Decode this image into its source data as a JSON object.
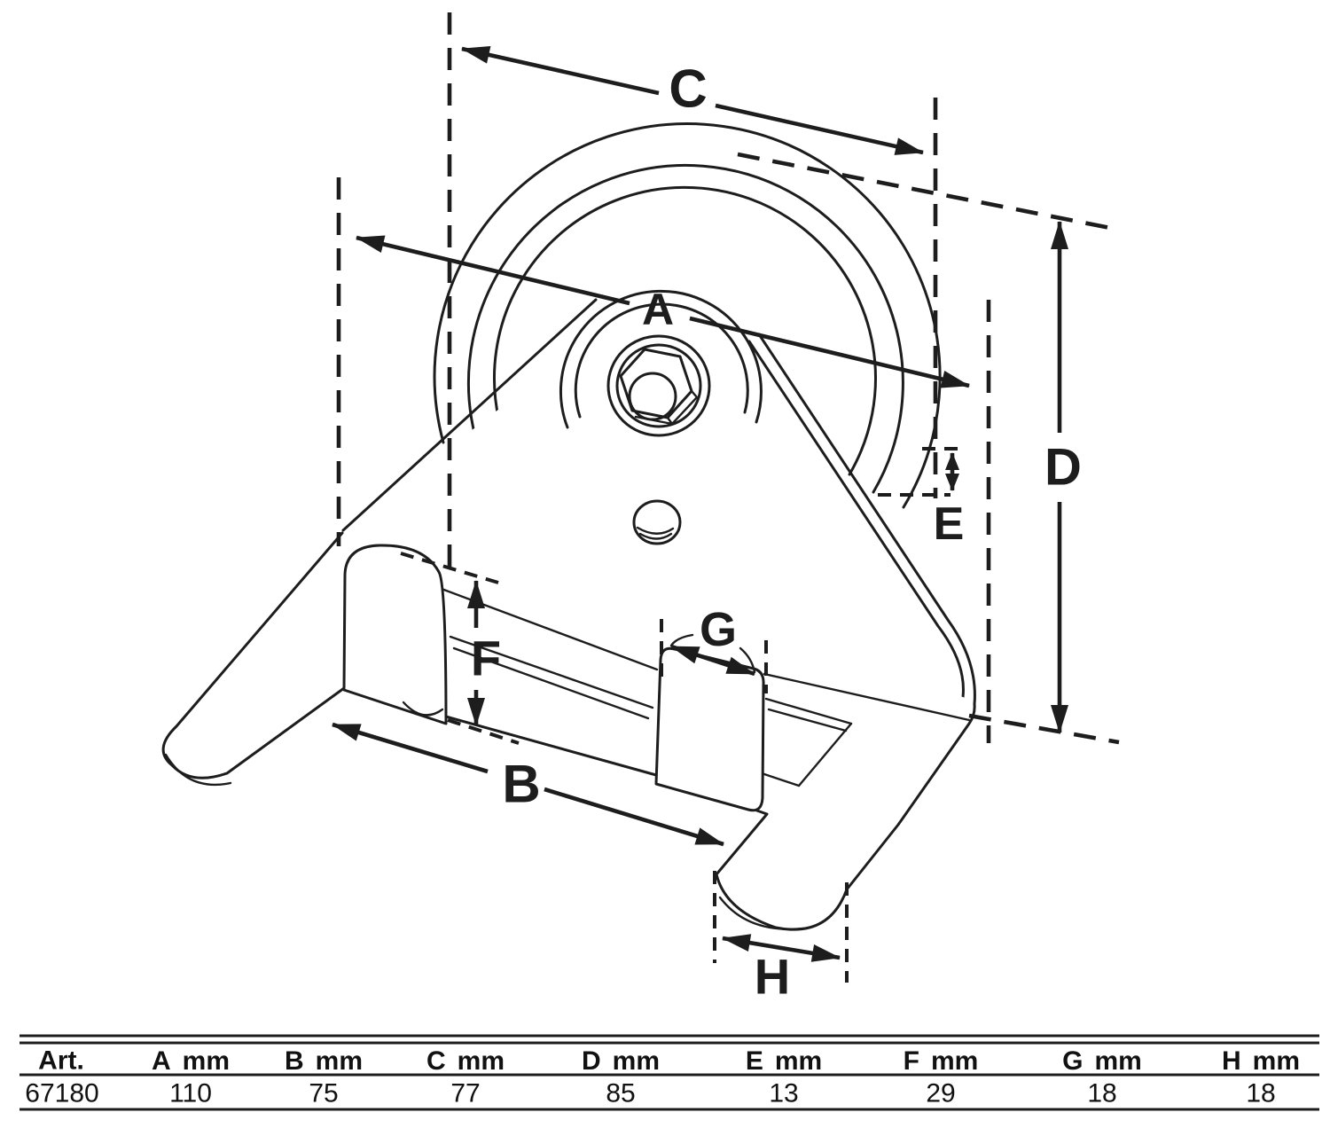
{
  "diagram": {
    "type": "technical-dimension-drawing",
    "subject": "pulley wheel on angle bracket with mounting feet",
    "labels": {
      "a": "A",
      "b": "B",
      "c": "C",
      "d": "D",
      "e": "E",
      "f": "F",
      "g": "G",
      "h": "H"
    }
  },
  "table": {
    "art_header": "Art.",
    "art_value": "67180",
    "columns": [
      {
        "letter": "A",
        "unit": "mm",
        "value": "110"
      },
      {
        "letter": "B",
        "unit": "mm",
        "value": "75"
      },
      {
        "letter": "C",
        "unit": "mm",
        "value": "77"
      },
      {
        "letter": "D",
        "unit": "mm",
        "value": "85"
      },
      {
        "letter": "E",
        "unit": "mm",
        "value": "13"
      },
      {
        "letter": "F",
        "unit": "mm",
        "value": "29"
      },
      {
        "letter": "G",
        "unit": "mm",
        "value": "18"
      },
      {
        "letter": "H",
        "unit": "mm",
        "value": "18"
      }
    ]
  },
  "colors": {
    "ink": "#1d1d1d",
    "background": "#ffffff"
  }
}
